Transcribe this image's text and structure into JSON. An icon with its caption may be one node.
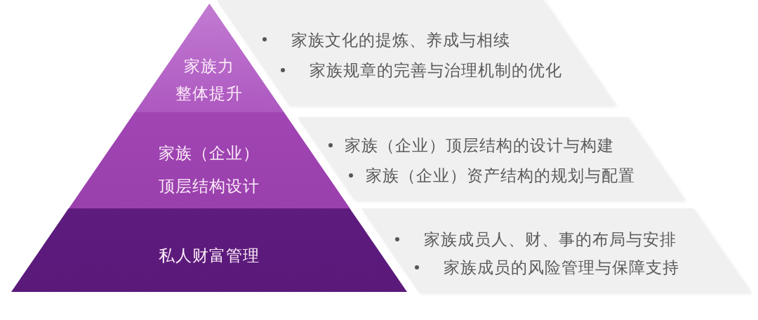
{
  "diagram": {
    "nodes": [
      {
        "text": [
          "家族力整体提升"
        ]
      },
      {
        "text": [
          "家族文化的提炼、养成与相续",
          "家族规章的完善与治理机制的优化"
        ]
      },
      {
        "text": [
          "家族（企业）顶层结构设计"
        ]
      },
      {
        "text": [
          "家族（企业）顶层结构的设计与构建",
          "家族（企业）资产结构的规划与配置"
        ]
      },
      {
        "text": [
          "私人财富管理"
        ]
      },
      {
        "text": [
          "家族成员人、财、事的布局与安排",
          "家族成员的风险管理与保障支持"
        ]
      }
    ]
  }
}
